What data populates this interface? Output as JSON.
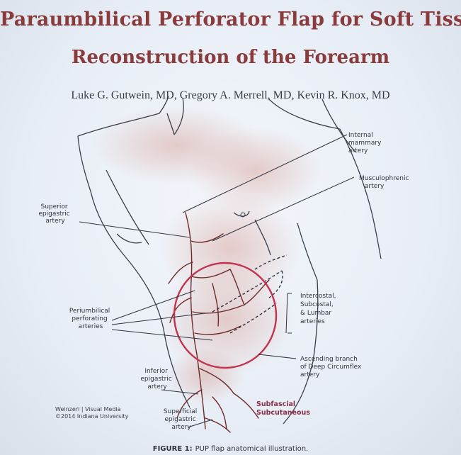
{
  "title": {
    "line1": "Paraumbilical Perforator Flap for Soft Tissue",
    "line2": "Reconstruction of the Forearm"
  },
  "authors": "Luke G. Gutwein, MD, Gregory A. Merrell, MD, Kevin R. Knox, MD",
  "labels": {
    "internal_mammary": [
      "Internal",
      "mammary",
      "artery"
    ],
    "musculophrenic": [
      "Musculophrenic",
      "artery"
    ],
    "superior_epigastric": [
      "Superior",
      "epigastric",
      "artery"
    ],
    "periumbilical": [
      "Periumbilical",
      "perforating",
      "arteries"
    ],
    "intercostal": [
      "Intercostal,",
      "Subcostal,",
      "& Lumbar",
      "arteries"
    ],
    "ascending_branch": [
      "Ascending branch",
      "of Deep Circumflex",
      "artery"
    ],
    "inferior_epigastric": [
      "Inferior",
      "epigastric",
      "artery"
    ],
    "superficial_epigastric": [
      "Superficial",
      "epigastric",
      "artery"
    ],
    "layers": [
      "Subfascial",
      "Subcutaneous"
    ]
  },
  "credit": [
    "Weinzerl | Visual Media",
    "©2014 Indiana University"
  ],
  "caption": {
    "label": "FIGURE 1:",
    "text": "PUP flap anatomical illustration."
  },
  "colors": {
    "title": "#8a3b3b",
    "flap_circle": "#c2334f",
    "artery": "#6e2a2a",
    "skin_shading": "#d9a8a0"
  }
}
